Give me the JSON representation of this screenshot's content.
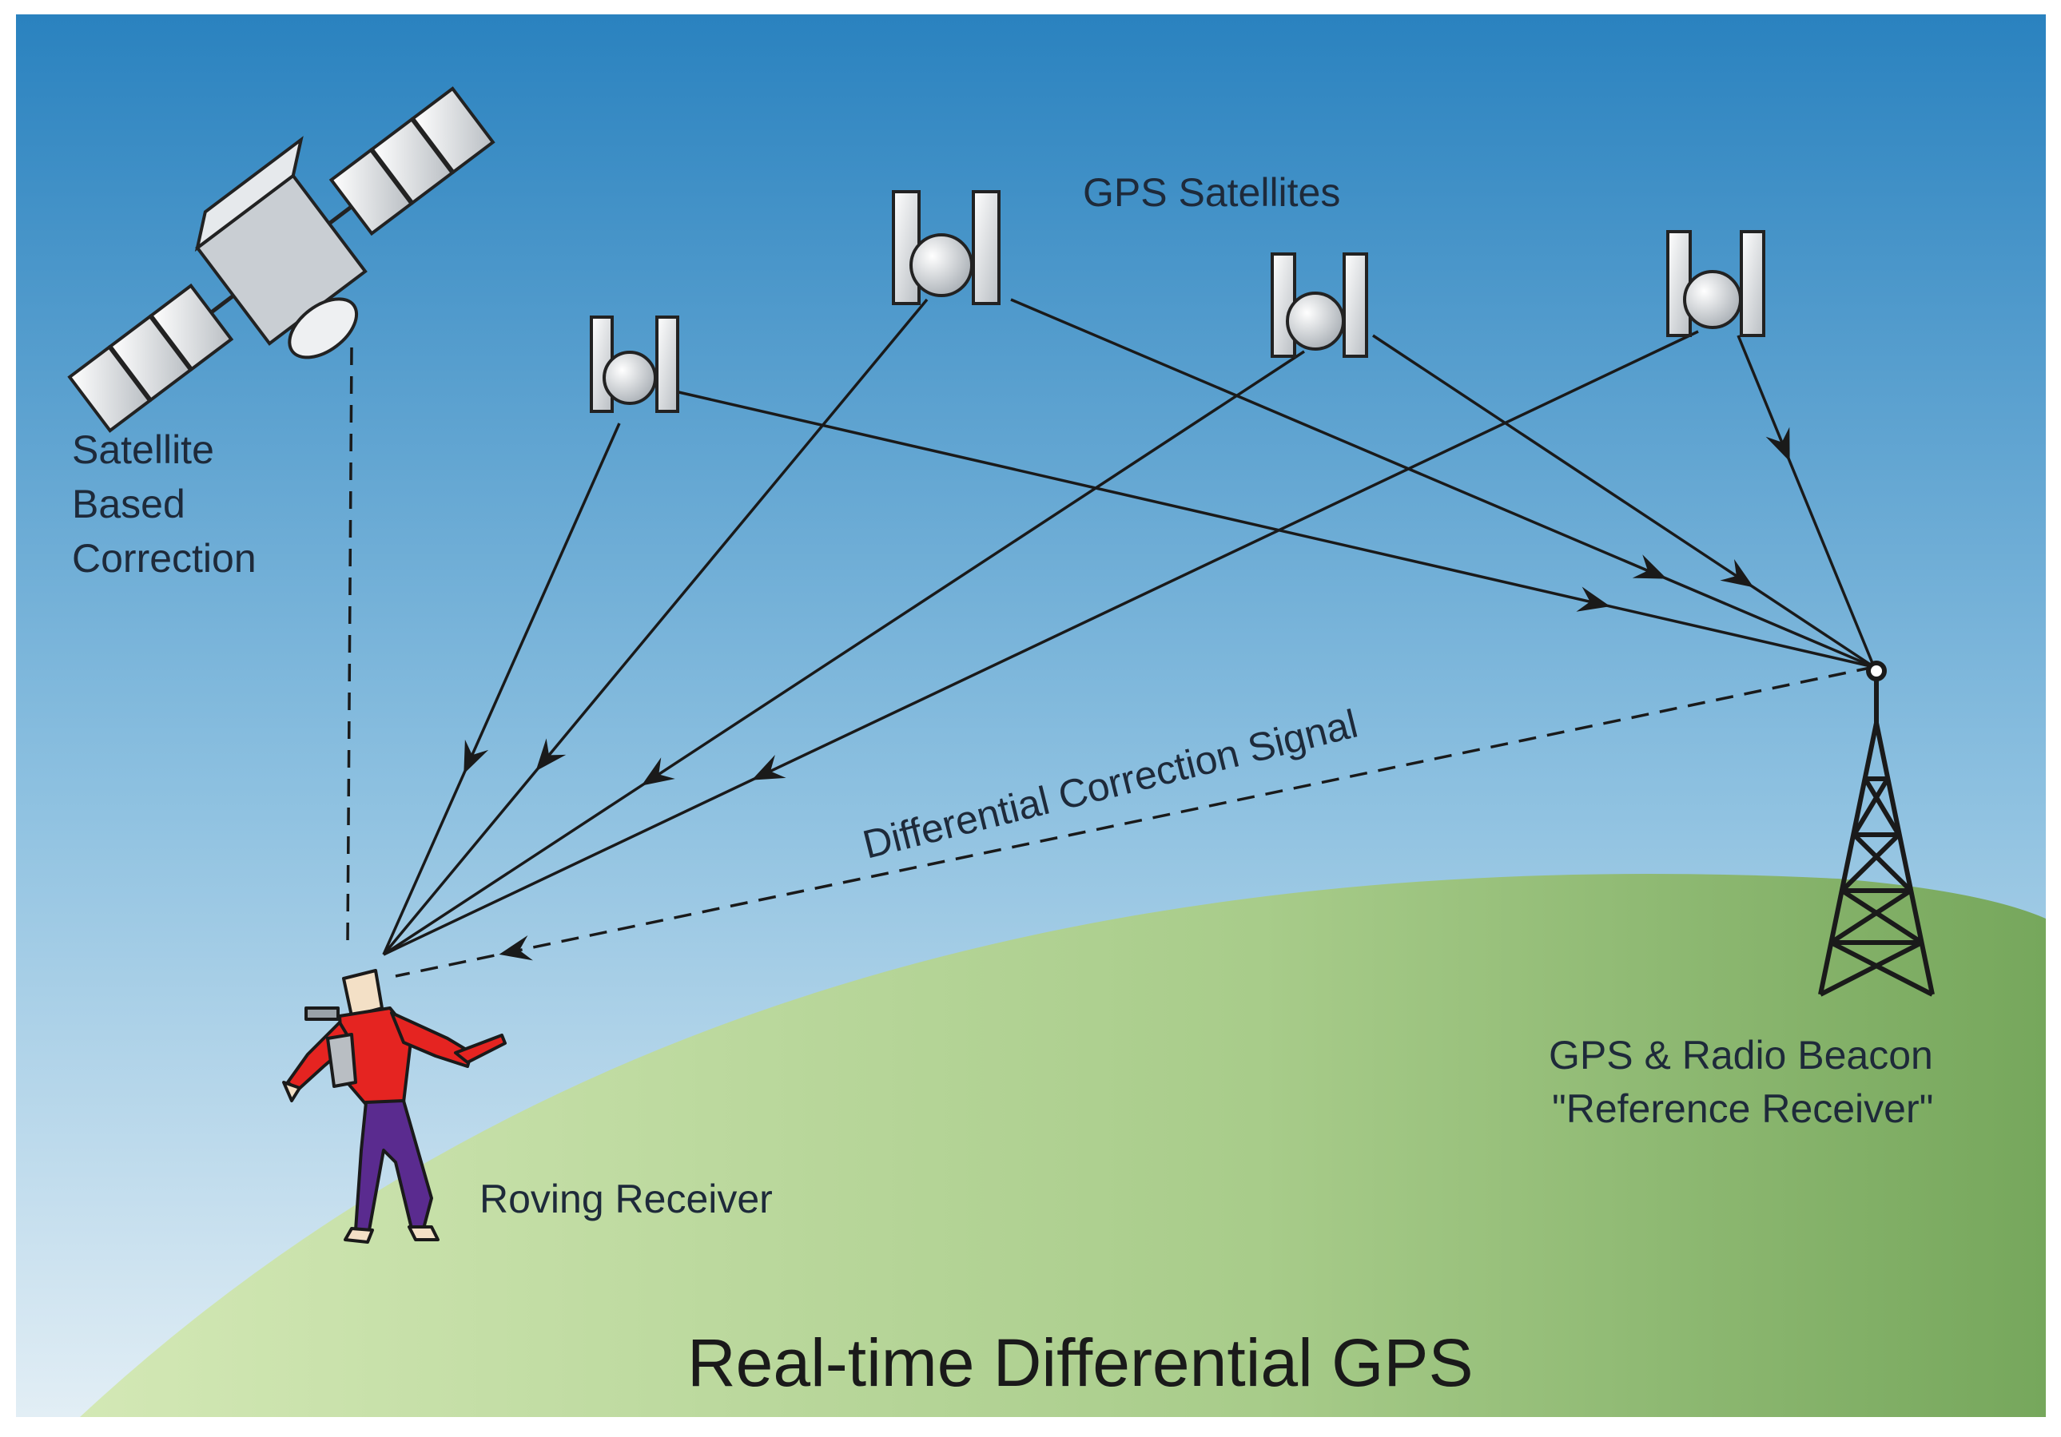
{
  "labels": {
    "gps_satellites": "GPS Satellites",
    "sat_based_correction": [
      "Satellite",
      "Based",
      "Correction"
    ],
    "differential_signal": "Differential Correction Signal",
    "beacon": [
      "GPS & Radio Beacon",
      "\"Reference Receiver\""
    ],
    "roving_receiver": "Roving Receiver",
    "title": "Real-time Differential GPS"
  },
  "colors": {
    "sky_top": "#2a82bf",
    "sky_bottom": "#d8e9f3",
    "ground_light": "#cde3ad",
    "ground_dark": "#76a75c",
    "person_shirt": "#e52421",
    "person_pants": "#5a2b8f",
    "lines": "#1a1a1a"
  },
  "icons": {
    "correction_satellite": "communication-satellite-icon",
    "gps_satellite": "gps-satellite-icon",
    "beacon_tower": "radio-tower-icon",
    "receiver_person": "person-icon"
  }
}
